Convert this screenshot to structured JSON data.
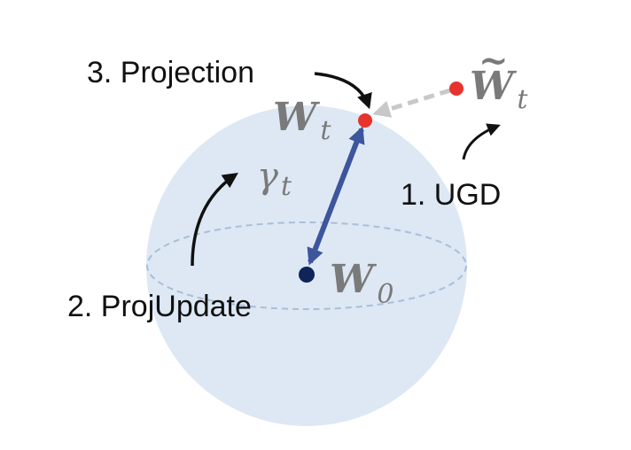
{
  "steps": {
    "step1": "1. UGD",
    "step2": "2. ProjUpdate",
    "step3": "3. Projection"
  },
  "symbols": {
    "w_t": {
      "base": "W",
      "sub": "t"
    },
    "w_tilde_t": {
      "base": "W",
      "sub": "t",
      "accent": "~"
    },
    "w_0": {
      "base": "W",
      "sub": "0"
    },
    "gamma_t": {
      "base": "γ",
      "sub": "t"
    }
  },
  "colors": {
    "sphere_fill": "#dde8f4",
    "sphere_edge": "#a9bed9",
    "point_red": "#e8322c",
    "point_navy": "#0f2457",
    "arrow_blue": "#3c559c",
    "arrow_gray": "#c8c8c8",
    "symbol_gray": "#7a7a7a",
    "text_black": "#111111"
  }
}
